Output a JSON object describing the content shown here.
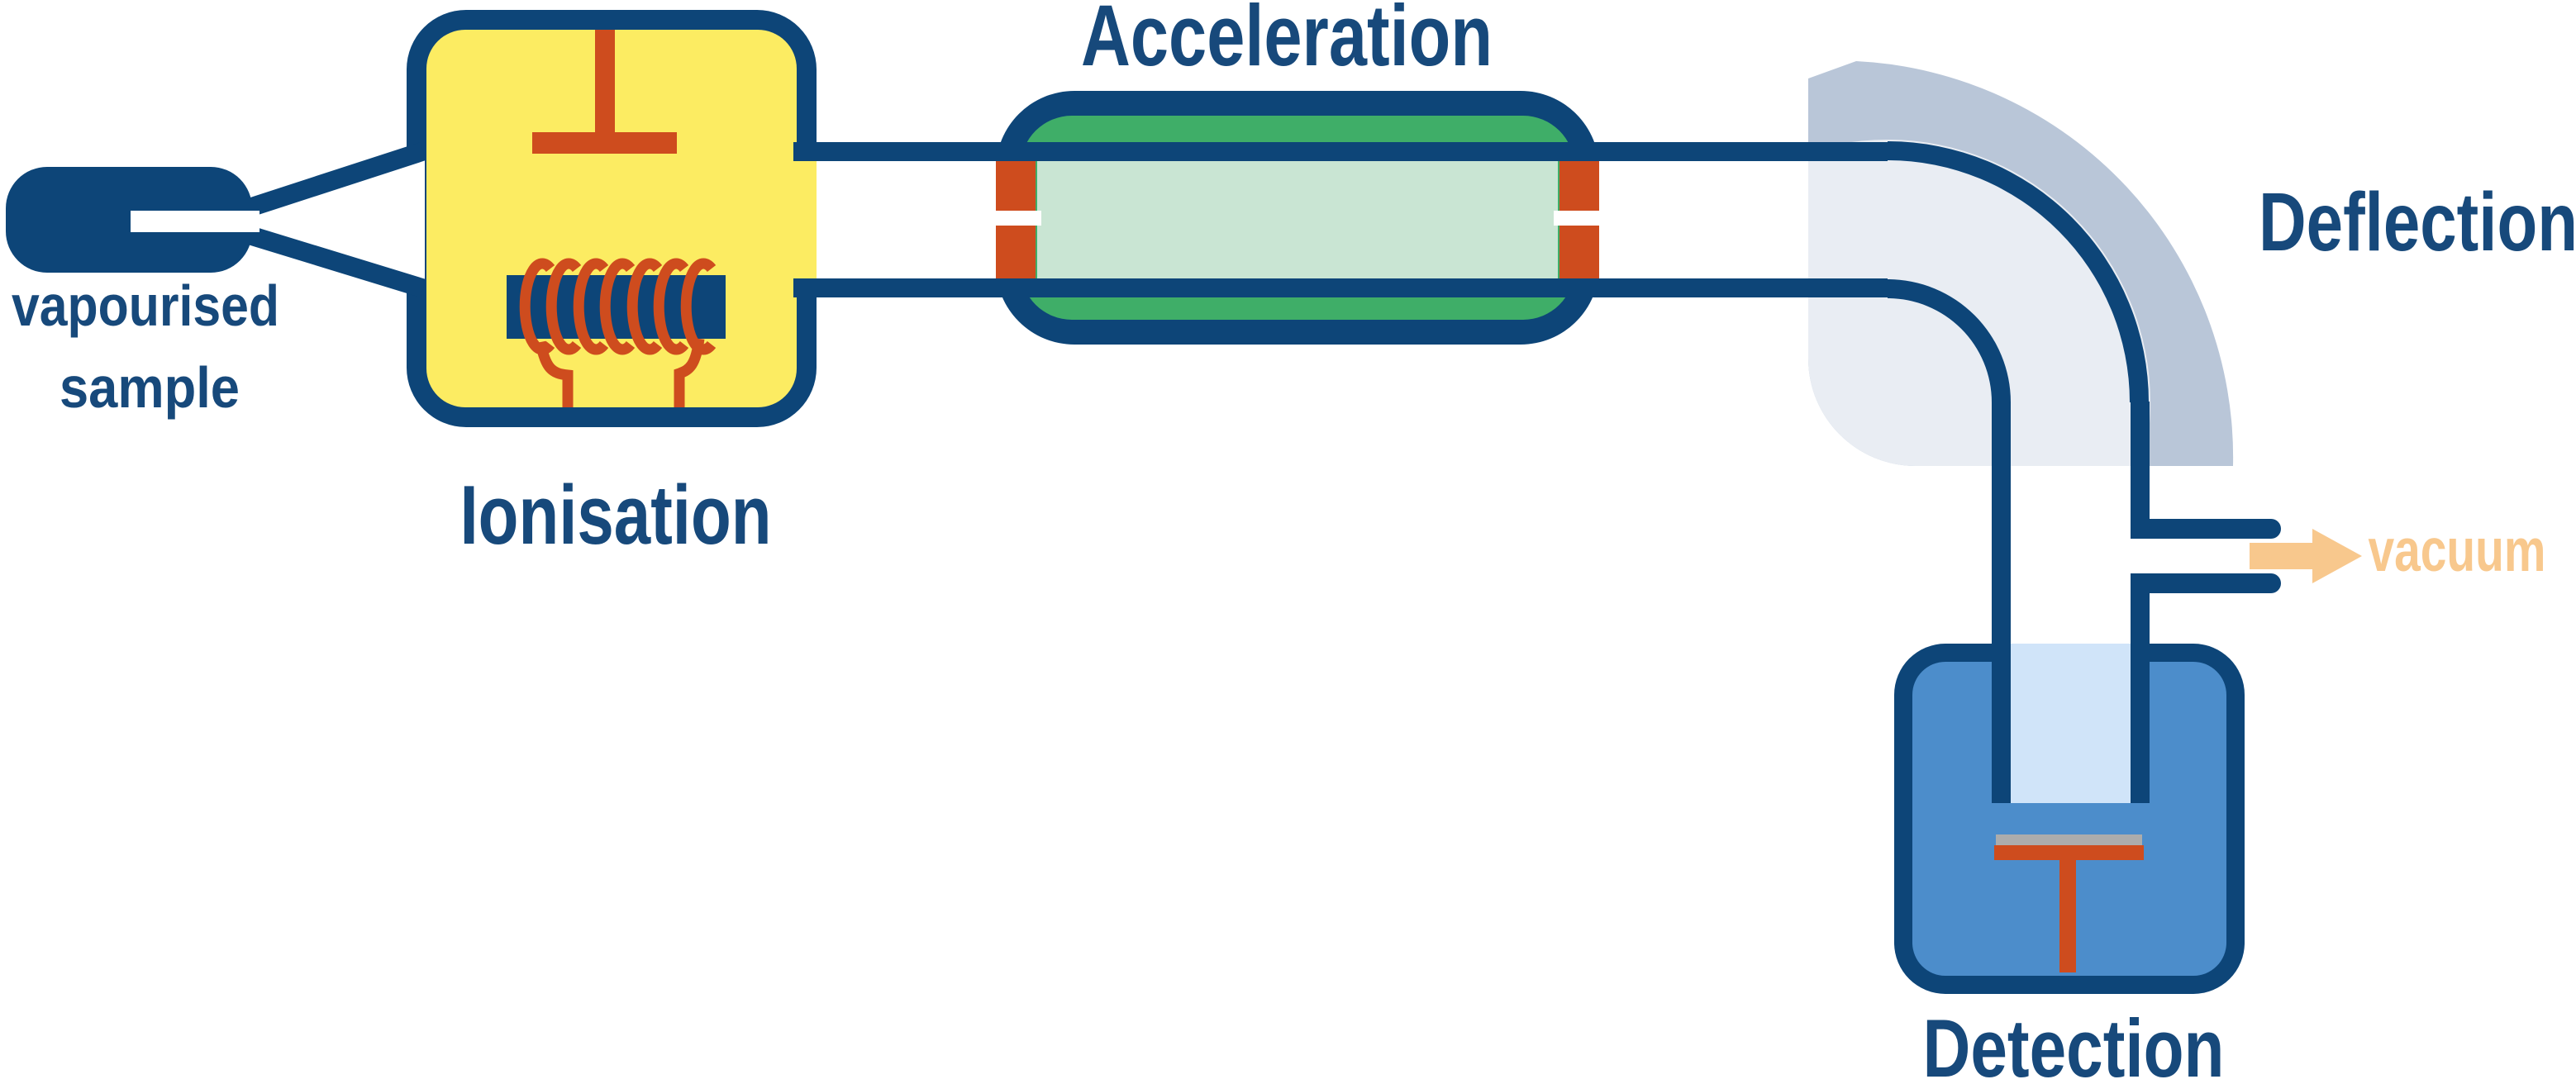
{
  "labels": {
    "sample_line1": "vapourised",
    "sample_line2": "sample",
    "ionisation": "Ionisation",
    "acceleration": "Acceleration",
    "deflection": "Deflection",
    "vacuum": "vacuum",
    "detection": "Detection"
  },
  "colors": {
    "structure_blue": "#0D4578",
    "label_blue": "#17497B",
    "chamber_yellow": "#FCEC62",
    "electrode_orange": "#CE4C1E",
    "acceleration_green": "#3FAE68",
    "acceleration_light_green": "#C9E5D3",
    "magnet_gray": "#B9C6D8",
    "magnet_light_gray": "#E9EDF3",
    "detector_blue": "#4C8DCB",
    "tube_light_blue": "#D0E4F9",
    "detector_plate_gray": "#ACACAC",
    "vacuum_orange": "#F8C88D",
    "background": "#FFFFFF"
  }
}
